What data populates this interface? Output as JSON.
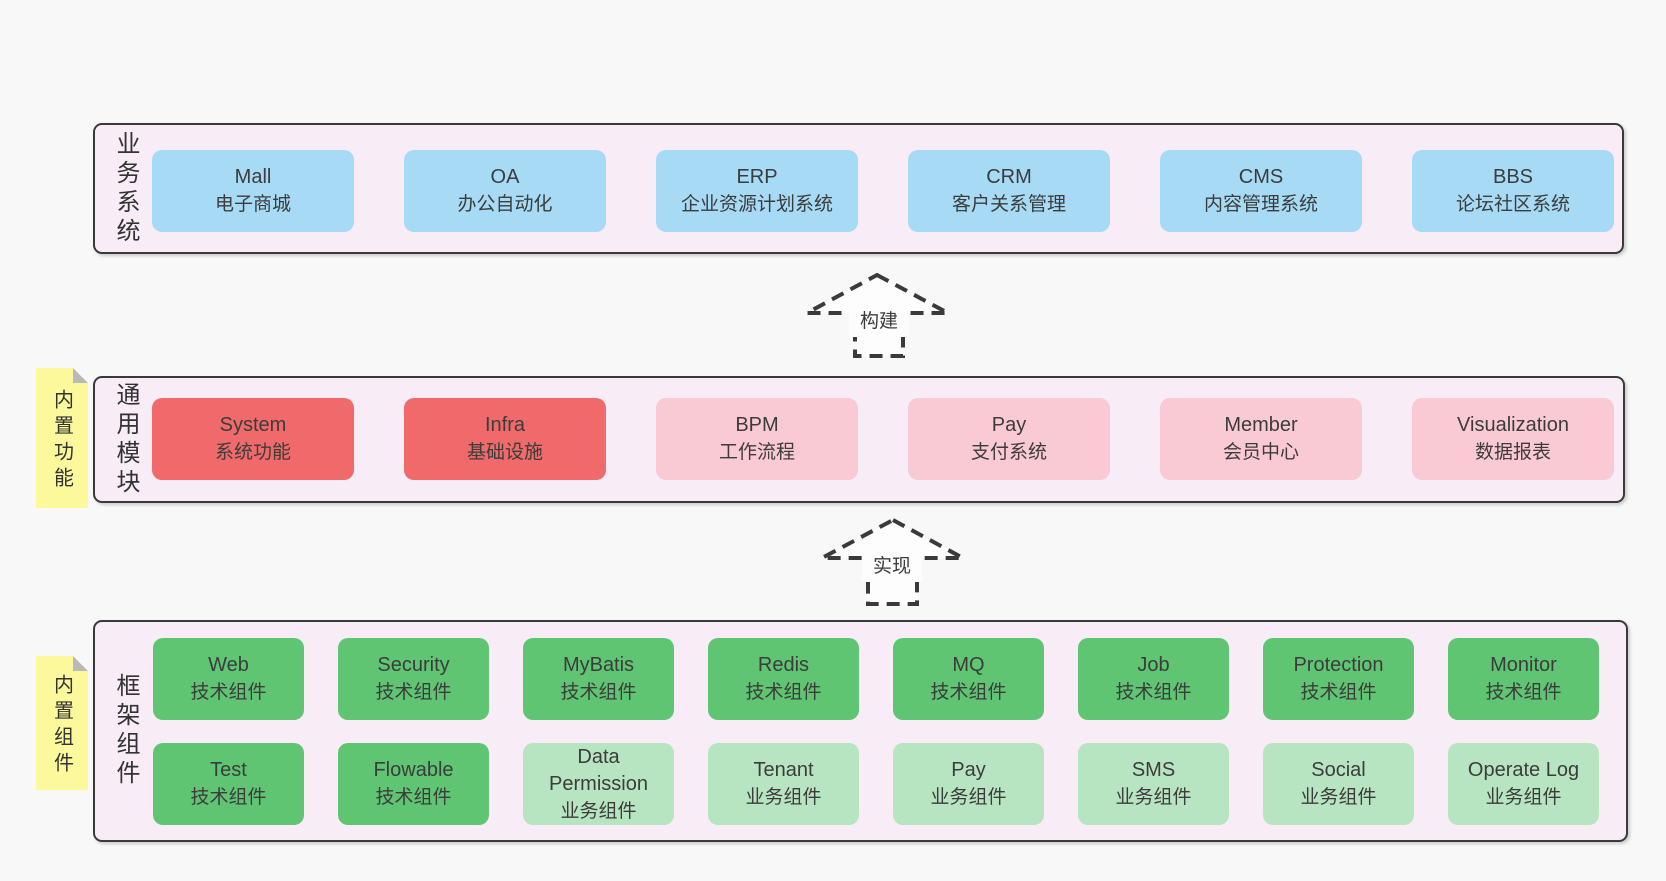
{
  "palette": {
    "background": "#f8f8f8",
    "section_fill": "#f8edf6",
    "section_border": "#3a3a3a",
    "blue": "#a7daf5",
    "red": "#f06a6b",
    "pink": "#facad4",
    "green": "#5fc573",
    "light_green": "#b8e5c1",
    "tab_yellow": "#fbf99c",
    "fold_gray": "#b9b9b9",
    "text": "#3c3c3c"
  },
  "sections": {
    "business": {
      "label": "业务系统",
      "boxes": [
        {
          "en": "Mall",
          "zh": "电子商城"
        },
        {
          "en": "OA",
          "zh": "办公自动化"
        },
        {
          "en": "ERP",
          "zh": "企业资源计划系统"
        },
        {
          "en": "CRM",
          "zh": "客户关系管理"
        },
        {
          "en": "CMS",
          "zh": "内容管理系统"
        },
        {
          "en": "BBS",
          "zh": "论坛社区系统"
        }
      ]
    },
    "modules": {
      "label": "通用模块",
      "tab": "内置功能",
      "boxes": [
        {
          "en": "System",
          "zh": "系统功能"
        },
        {
          "en": "Infra",
          "zh": "基础设施"
        },
        {
          "en": "BPM",
          "zh": "工作流程"
        },
        {
          "en": "Pay",
          "zh": "支付系统"
        },
        {
          "en": "Member",
          "zh": "会员中心"
        },
        {
          "en": "Visualization",
          "zh": "数据报表"
        }
      ]
    },
    "framework": {
      "label": "框架组件",
      "tab": "内置组件",
      "row1": [
        {
          "en": "Web",
          "zh": "技术组件"
        },
        {
          "en": "Security",
          "zh": "技术组件"
        },
        {
          "en": "MyBatis",
          "zh": "技术组件"
        },
        {
          "en": "Redis",
          "zh": "技术组件"
        },
        {
          "en": "MQ",
          "zh": "技术组件"
        },
        {
          "en": "Job",
          "zh": "技术组件"
        },
        {
          "en": "Protection",
          "zh": "技术组件"
        },
        {
          "en": "Monitor",
          "zh": "技术组件"
        }
      ],
      "row2": [
        {
          "en": "Test",
          "zh": "技术组件"
        },
        {
          "en": "Flowable",
          "zh": "技术组件"
        },
        {
          "en": "Data Permission",
          "zh": "业务组件"
        },
        {
          "en": "Tenant",
          "zh": "业务组件"
        },
        {
          "en": "Pay",
          "zh": "业务组件"
        },
        {
          "en": "SMS",
          "zh": "业务组件"
        },
        {
          "en": "Social",
          "zh": "业务组件"
        },
        {
          "en": "Operate Log",
          "zh": "业务组件"
        }
      ]
    }
  },
  "arrows": [
    {
      "label": "构建"
    },
    {
      "label": "实现"
    }
  ]
}
